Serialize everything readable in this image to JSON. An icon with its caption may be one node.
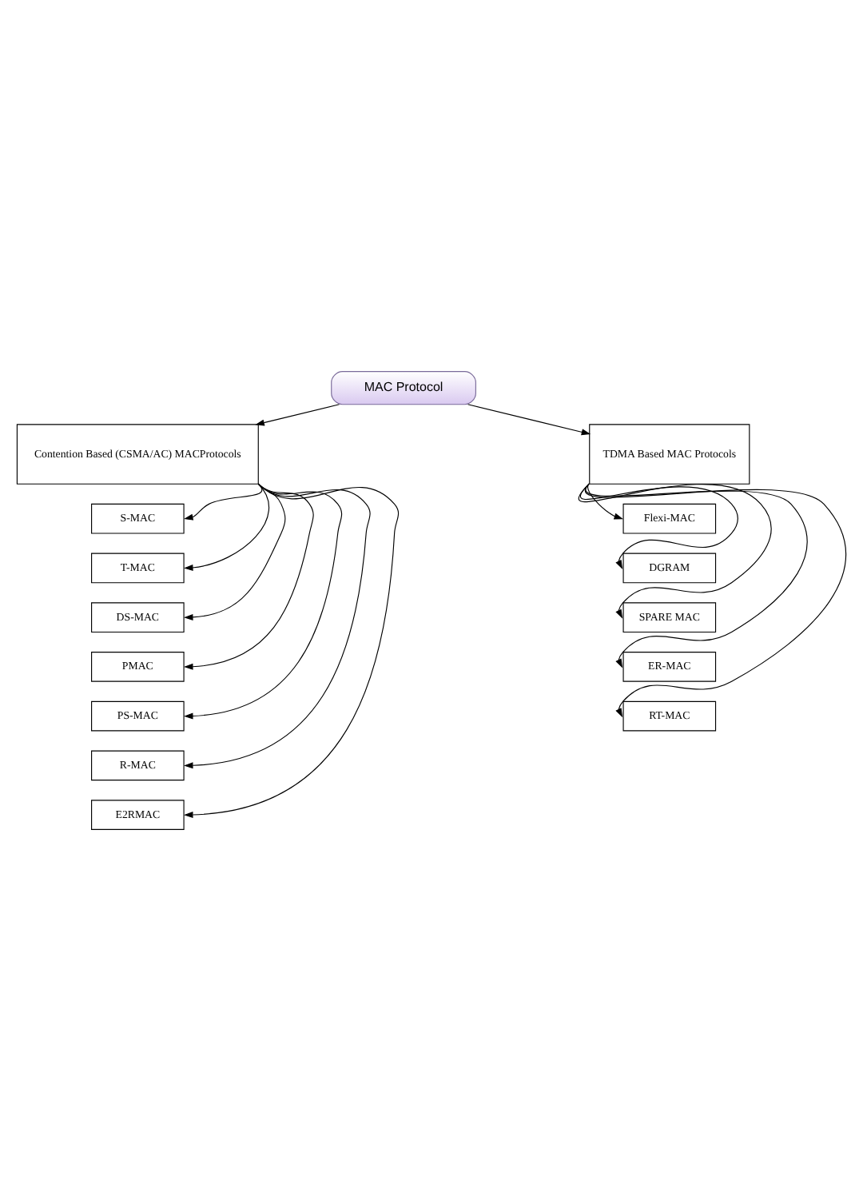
{
  "diagram": {
    "nodes": [
      {
        "text": [
          "MAC Protocol"
        ]
      },
      {
        "text": [
          "Contention Based (CSMA/AC) MACProtocols"
        ]
      },
      {
        "text": [
          "TDMA Based MAC Protocols"
        ]
      },
      {
        "text": [
          "S-MAC"
        ]
      },
      {
        "text": [
          "T-MAC"
        ]
      },
      {
        "text": [
          "DS-MAC"
        ]
      },
      {
        "text": [
          "PMAC"
        ]
      },
      {
        "text": [
          "PS-MAC"
        ]
      },
      {
        "text": [
          "R-MAC"
        ]
      },
      {
        "text": [
          "E2RMAC"
        ]
      },
      {
        "text": [
          "Flexi-MAC"
        ]
      },
      {
        "text": [
          "DGRAM"
        ]
      },
      {
        "text": [
          "SPARE MAC"
        ]
      },
      {
        "text": [
          "ER-MAC"
        ]
      },
      {
        "text": [
          "RT-MAC"
        ]
      }
    ],
    "edges": [
      {
        "from": 0,
        "to": 1,
        "arrow": "to"
      },
      {
        "from": 0,
        "to": 2,
        "arrow": "to"
      },
      {
        "from": 1,
        "to": 3,
        "arrow": "to"
      },
      {
        "from": 1,
        "to": 4,
        "arrow": "to"
      },
      {
        "from": 1,
        "to": 5,
        "arrow": "to"
      },
      {
        "from": 1,
        "to": 6,
        "arrow": "to"
      },
      {
        "from": 1,
        "to": 7,
        "arrow": "to"
      },
      {
        "from": 1,
        "to": 8,
        "arrow": "to"
      },
      {
        "from": 1,
        "to": 9,
        "arrow": "to"
      },
      {
        "from": 2,
        "to": 10,
        "arrow": "to"
      },
      {
        "from": 2,
        "to": 11,
        "arrow": "to"
      },
      {
        "from": 2,
        "to": 12,
        "arrow": "to"
      },
      {
        "from": 2,
        "to": 13,
        "arrow": "to"
      },
      {
        "from": 2,
        "to": 14,
        "arrow": "to"
      }
    ]
  }
}
